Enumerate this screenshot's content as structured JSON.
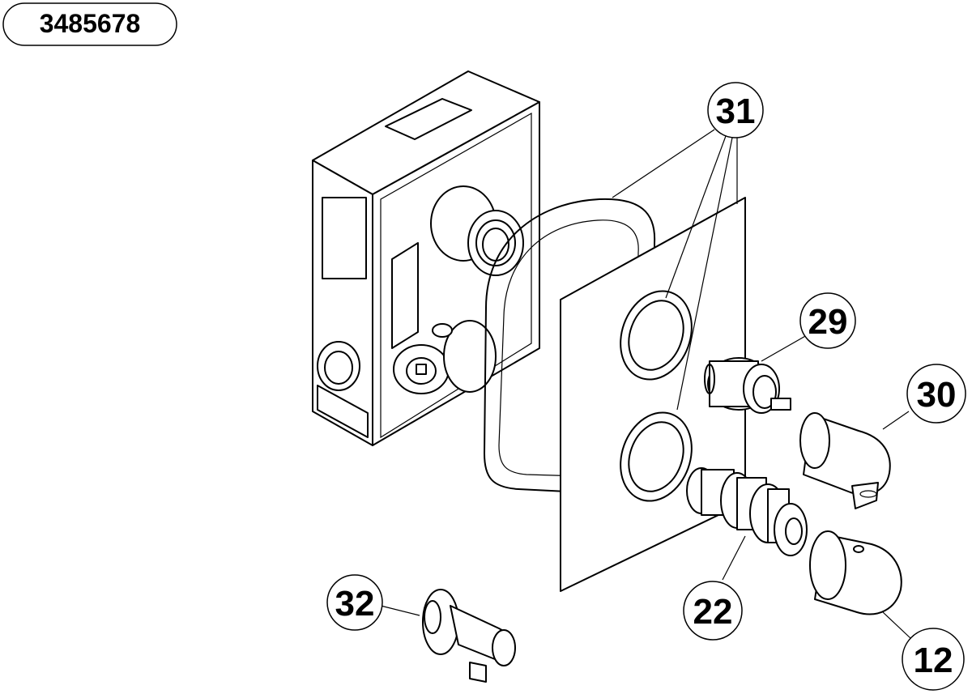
{
  "reference_number": "3485678",
  "callouts": [
    {
      "id": "c31",
      "label": "31"
    },
    {
      "id": "c29",
      "label": "29"
    },
    {
      "id": "c30",
      "label": "30"
    },
    {
      "id": "c32",
      "label": "32"
    },
    {
      "id": "c22",
      "label": "22"
    },
    {
      "id": "c12",
      "label": "12"
    }
  ]
}
